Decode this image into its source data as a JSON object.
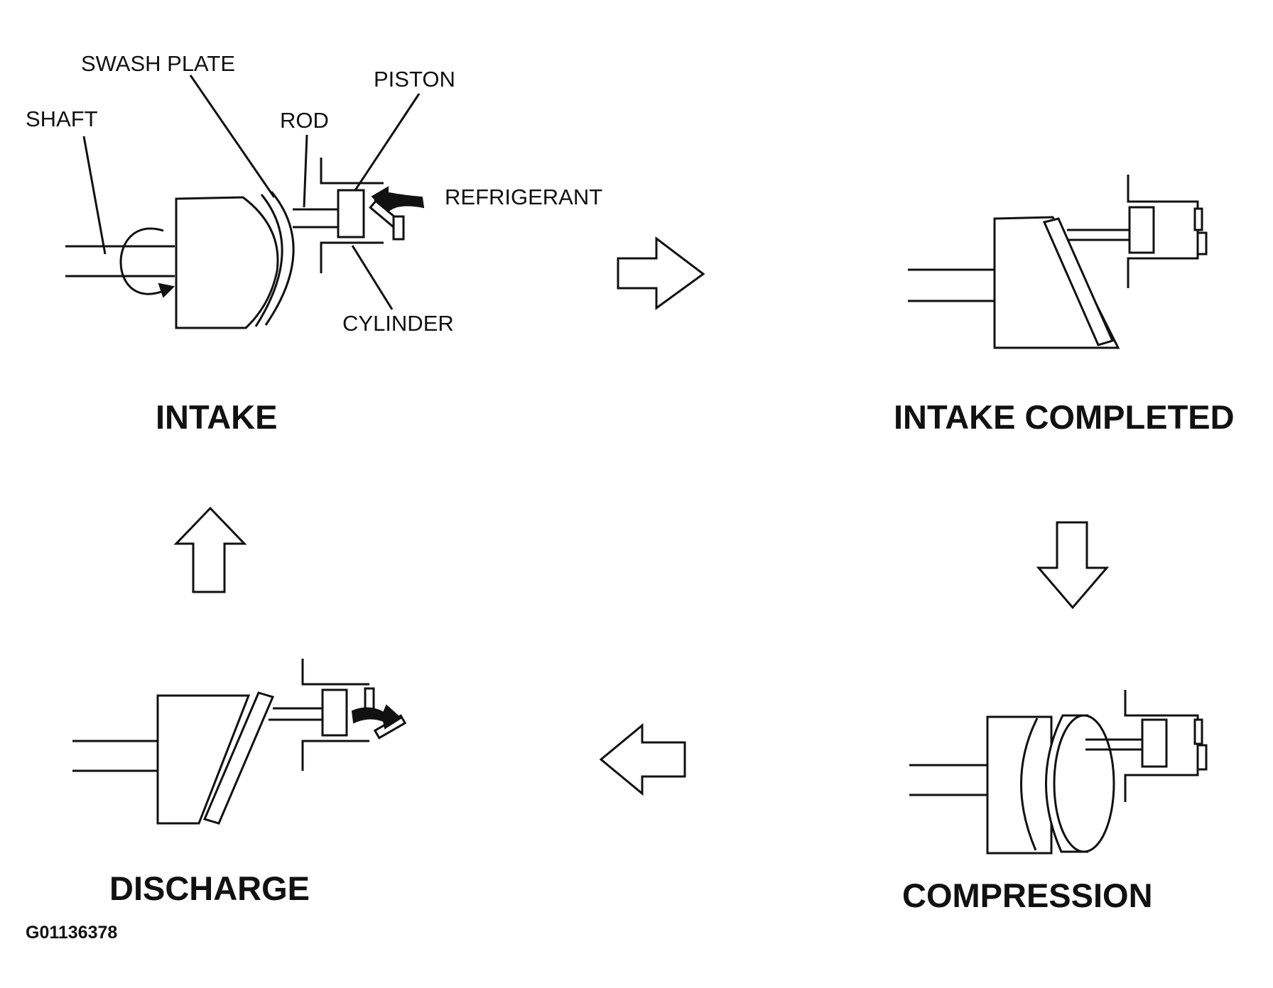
{
  "labels": {
    "shaft": "SHAFT",
    "swash_plate": "SWASH PLATE",
    "rod": "ROD",
    "piston": "PISTON",
    "refrigerant": "REFRIGERANT",
    "cylinder": "CYLINDER"
  },
  "stages": {
    "intake": "INTAKE",
    "intake_completed": "INTAKE COMPLETED",
    "compression": "COMPRESSION",
    "discharge": "DISCHARGE"
  },
  "figure_code": "G01136378",
  "colors": {
    "ink": "#111111",
    "background": "#ffffff"
  }
}
